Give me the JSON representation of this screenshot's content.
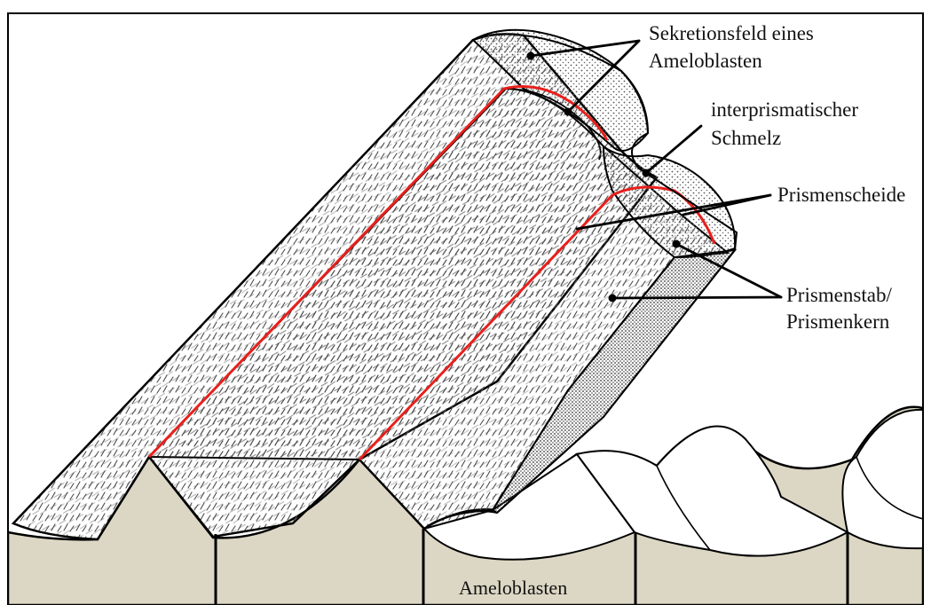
{
  "labels": {
    "secretion_field_line1": "Sekretionsfeld eines",
    "secretion_field_line2": "Ameloblasten",
    "interprismatic_line1": "interprismatischer",
    "interprismatic_line2": "Schmelz",
    "prism_sheath": "Prismenscheide",
    "prism_rod_line1": "Prismenstab/",
    "prism_rod_line2": "Prismenkern",
    "ameloblasts": "Ameloblasten"
  },
  "colors": {
    "cell_fill": "#dcd7c4",
    "sheath_red": "#e8201c",
    "outline": "#000000",
    "texture": "#4a4a4a",
    "background": "#ffffff"
  }
}
